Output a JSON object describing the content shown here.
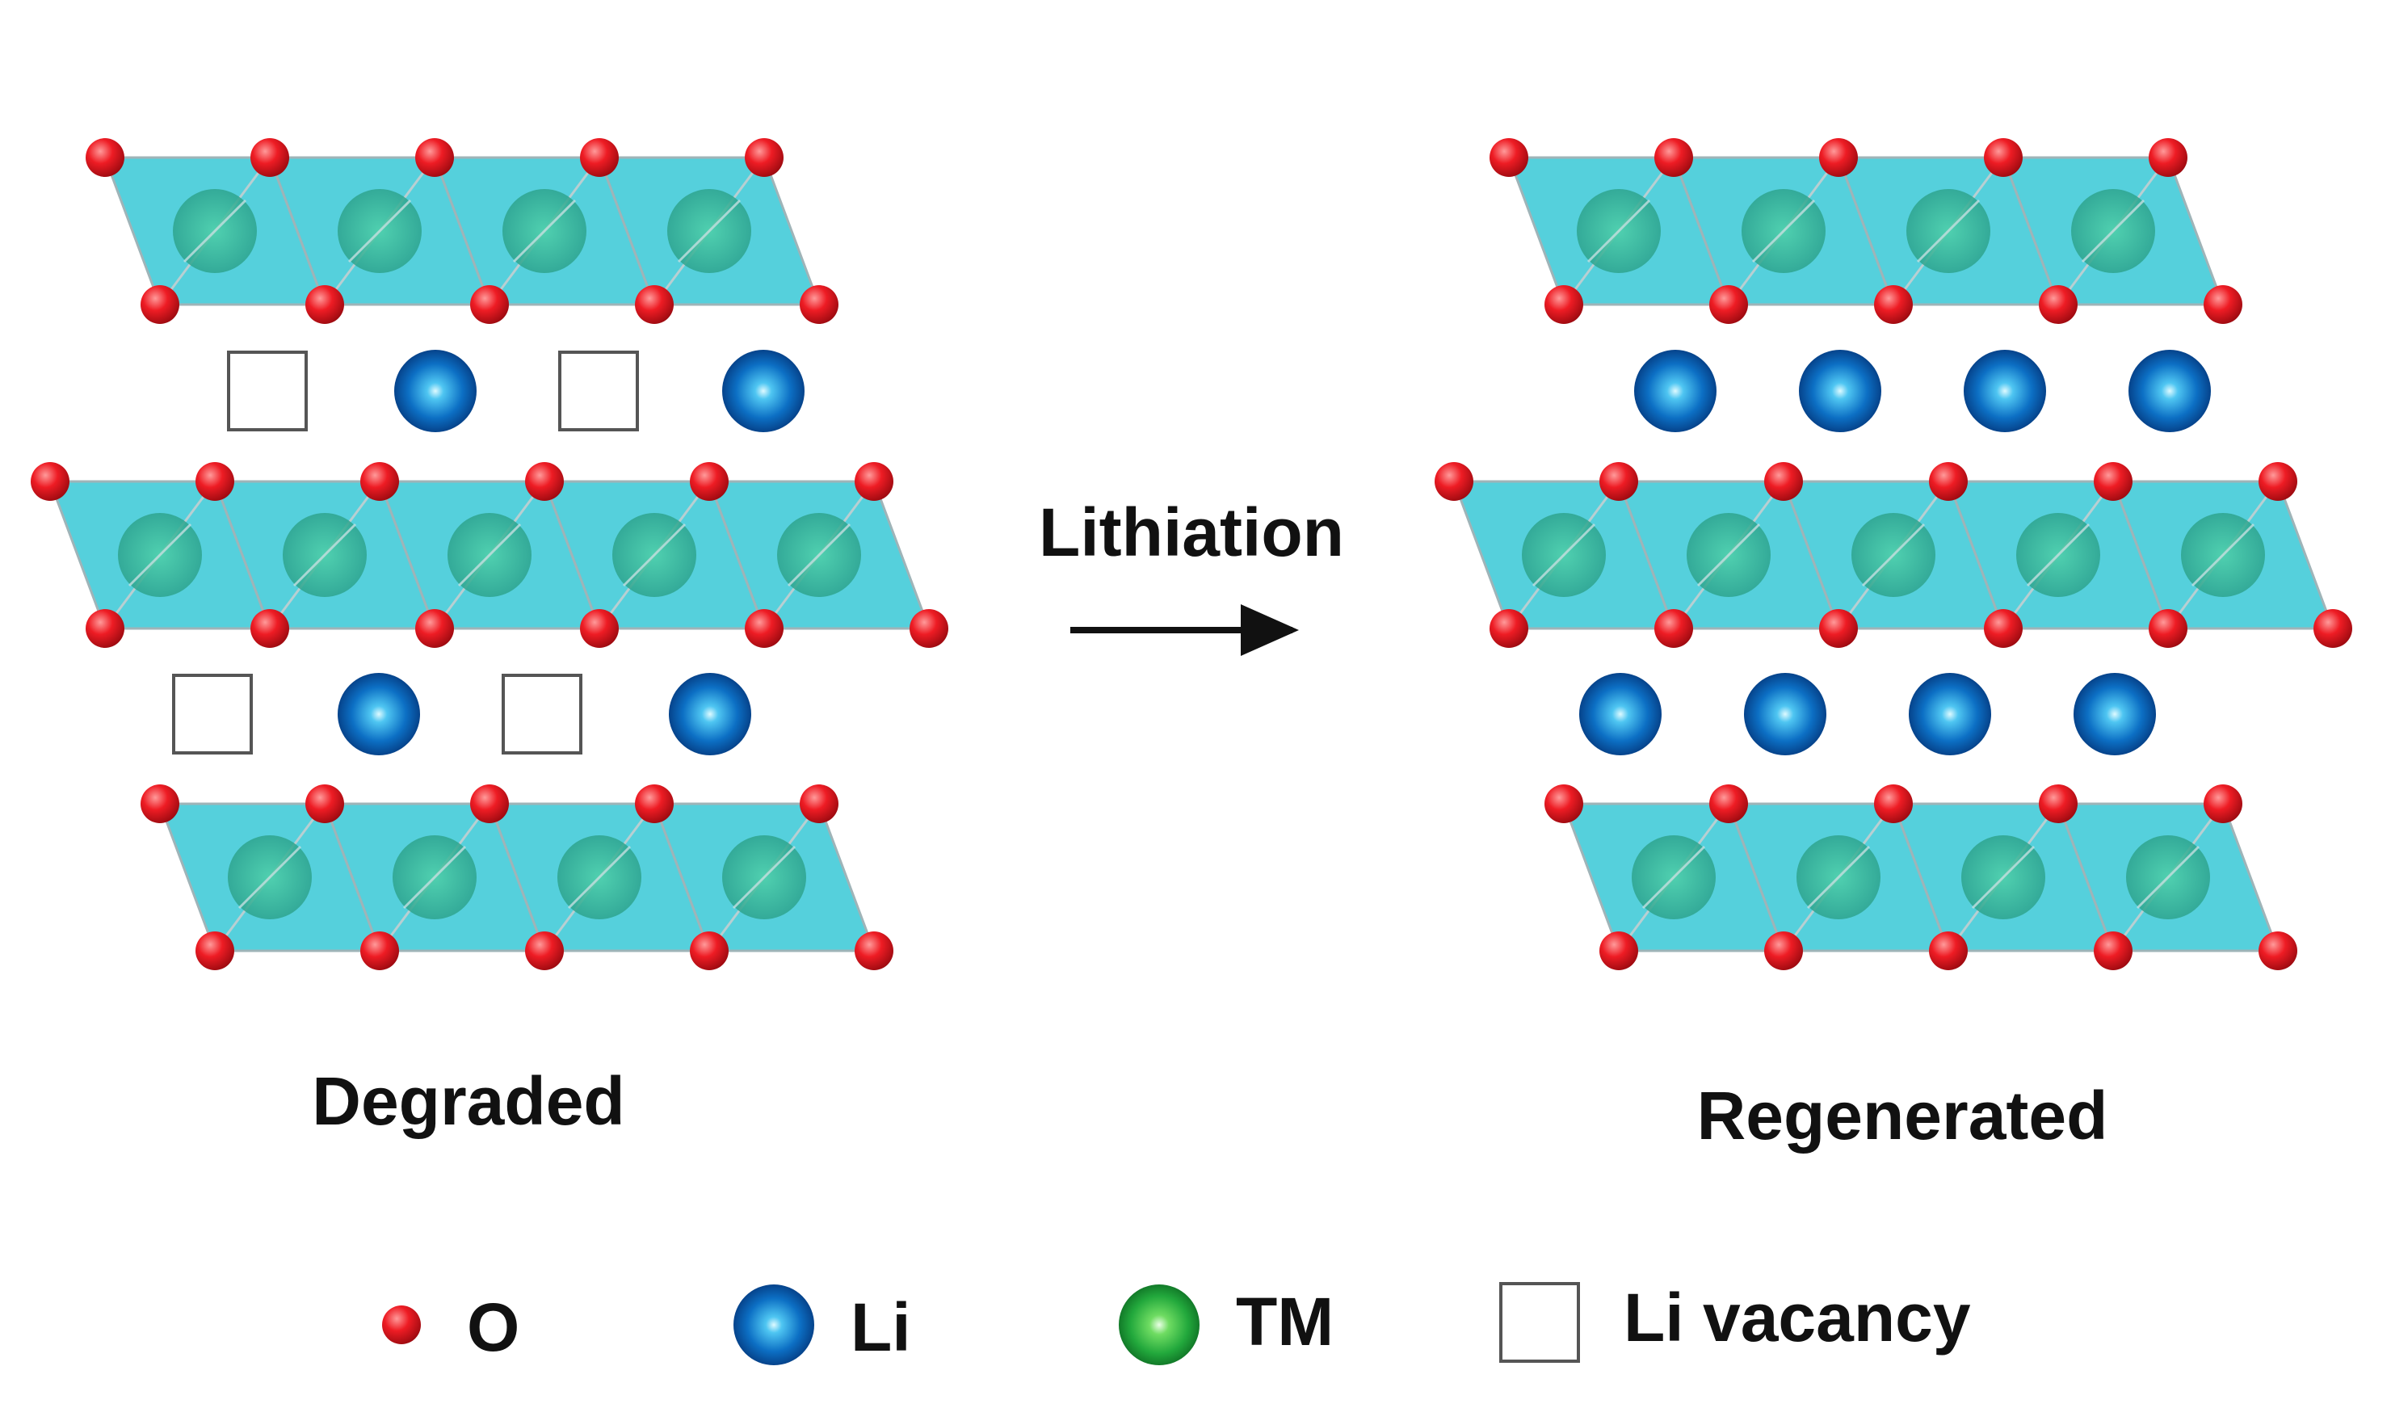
{
  "process_label": "Lithiation",
  "panels": {
    "left": {
      "label": "Degraded"
    },
    "right": {
      "label": "Regenerated"
    }
  },
  "legend": {
    "o": "O",
    "li": "Li",
    "tm": "TM",
    "vacancy": "Li vacancy"
  },
  "colors": {
    "octahedra": "#2ec8d6",
    "oxygen": "#e8141c",
    "lithium": "#0a73c9",
    "transition_metal": "#27b24a",
    "arrow": "#111111"
  }
}
